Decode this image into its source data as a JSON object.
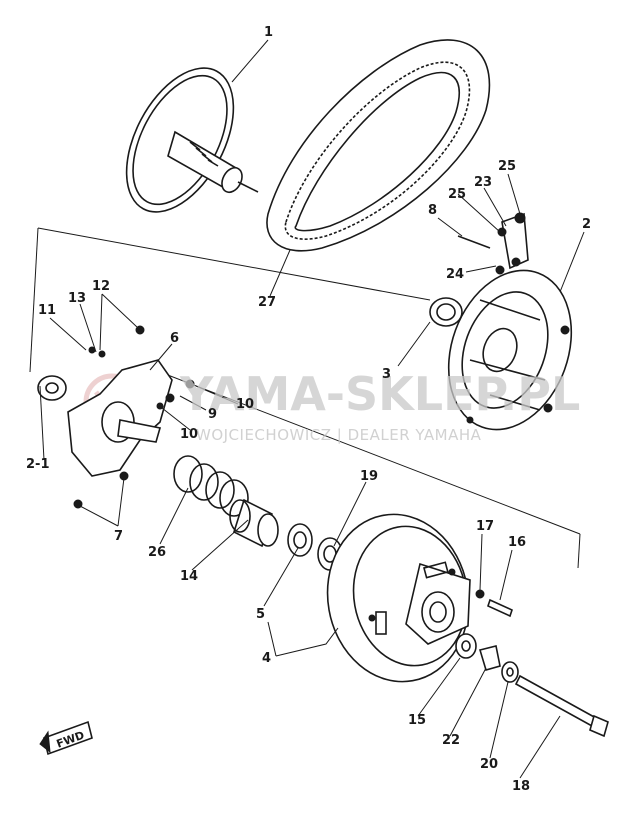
{
  "watermark": {
    "brand": "YAMA-SKLEP.PL",
    "subtitle": "WOJCIECHOWICZ | DEALER YAMAHA",
    "brand_color": "#d9a3a3",
    "text_color": "#c9c9c9"
  },
  "direction_marker": {
    "label": "FWD"
  },
  "callouts": [
    {
      "id": "c1",
      "text": "1"
    },
    {
      "id": "c2",
      "text": "2"
    },
    {
      "id": "c2-1",
      "text": "2-1"
    },
    {
      "id": "c3",
      "text": "3"
    },
    {
      "id": "c4",
      "text": "4"
    },
    {
      "id": "c5",
      "text": "5"
    },
    {
      "id": "c6",
      "text": "6"
    },
    {
      "id": "c7",
      "text": "7"
    },
    {
      "id": "c8",
      "text": "8"
    },
    {
      "id": "c9",
      "text": "9"
    },
    {
      "id": "c10a",
      "text": "10"
    },
    {
      "id": "c10b",
      "text": "10"
    },
    {
      "id": "c11",
      "text": "11"
    },
    {
      "id": "c12",
      "text": "12"
    },
    {
      "id": "c13",
      "text": "13"
    },
    {
      "id": "c14",
      "text": "14"
    },
    {
      "id": "c15",
      "text": "15"
    },
    {
      "id": "c16",
      "text": "16"
    },
    {
      "id": "c17",
      "text": "17"
    },
    {
      "id": "c18",
      "text": "18"
    },
    {
      "id": "c19",
      "text": "19"
    },
    {
      "id": "c20",
      "text": "20"
    },
    {
      "id": "c22",
      "text": "22"
    },
    {
      "id": "c23",
      "text": "23"
    },
    {
      "id": "c24",
      "text": "24"
    },
    {
      "id": "c25a",
      "text": "25"
    },
    {
      "id": "c25b",
      "text": "25"
    },
    {
      "id": "c26",
      "text": "26"
    },
    {
      "id": "c27",
      "text": "27"
    }
  ]
}
